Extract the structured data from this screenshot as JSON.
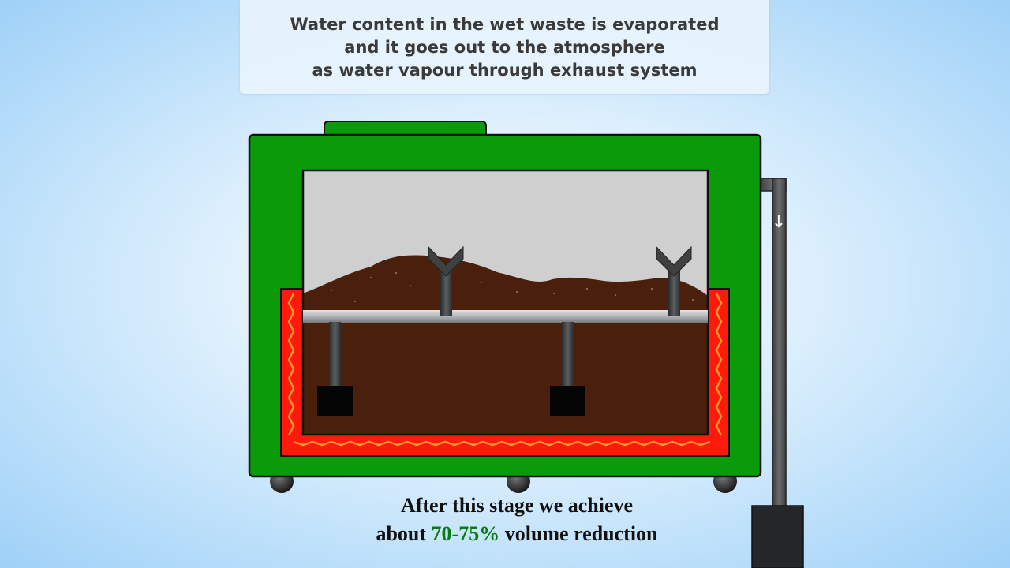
{
  "caption": {
    "lines": [
      "Water content in the wet waste is evaporated",
      "and it goes out to the atmosphere",
      "as water vapour through exhaust system"
    ]
  },
  "footer": {
    "line1": "After this stage we achieve",
    "line2_prefix": "about ",
    "line2_highlight": "70-75%",
    "line2_suffix": " volume reduction"
  },
  "exhaust": {
    "arrow_glyph": "↓"
  },
  "colors": {
    "machine_body": "#0a9a0a",
    "heater": "#ff1a0c",
    "heater_wave": "#ff9a2a",
    "chamber_air": "#cfcfcf",
    "waste": "#4a1f0c",
    "shaft": "#9a9c9e",
    "exhaust_pipe": "#5a5c5e",
    "highlight_text": "#0b7a14"
  }
}
